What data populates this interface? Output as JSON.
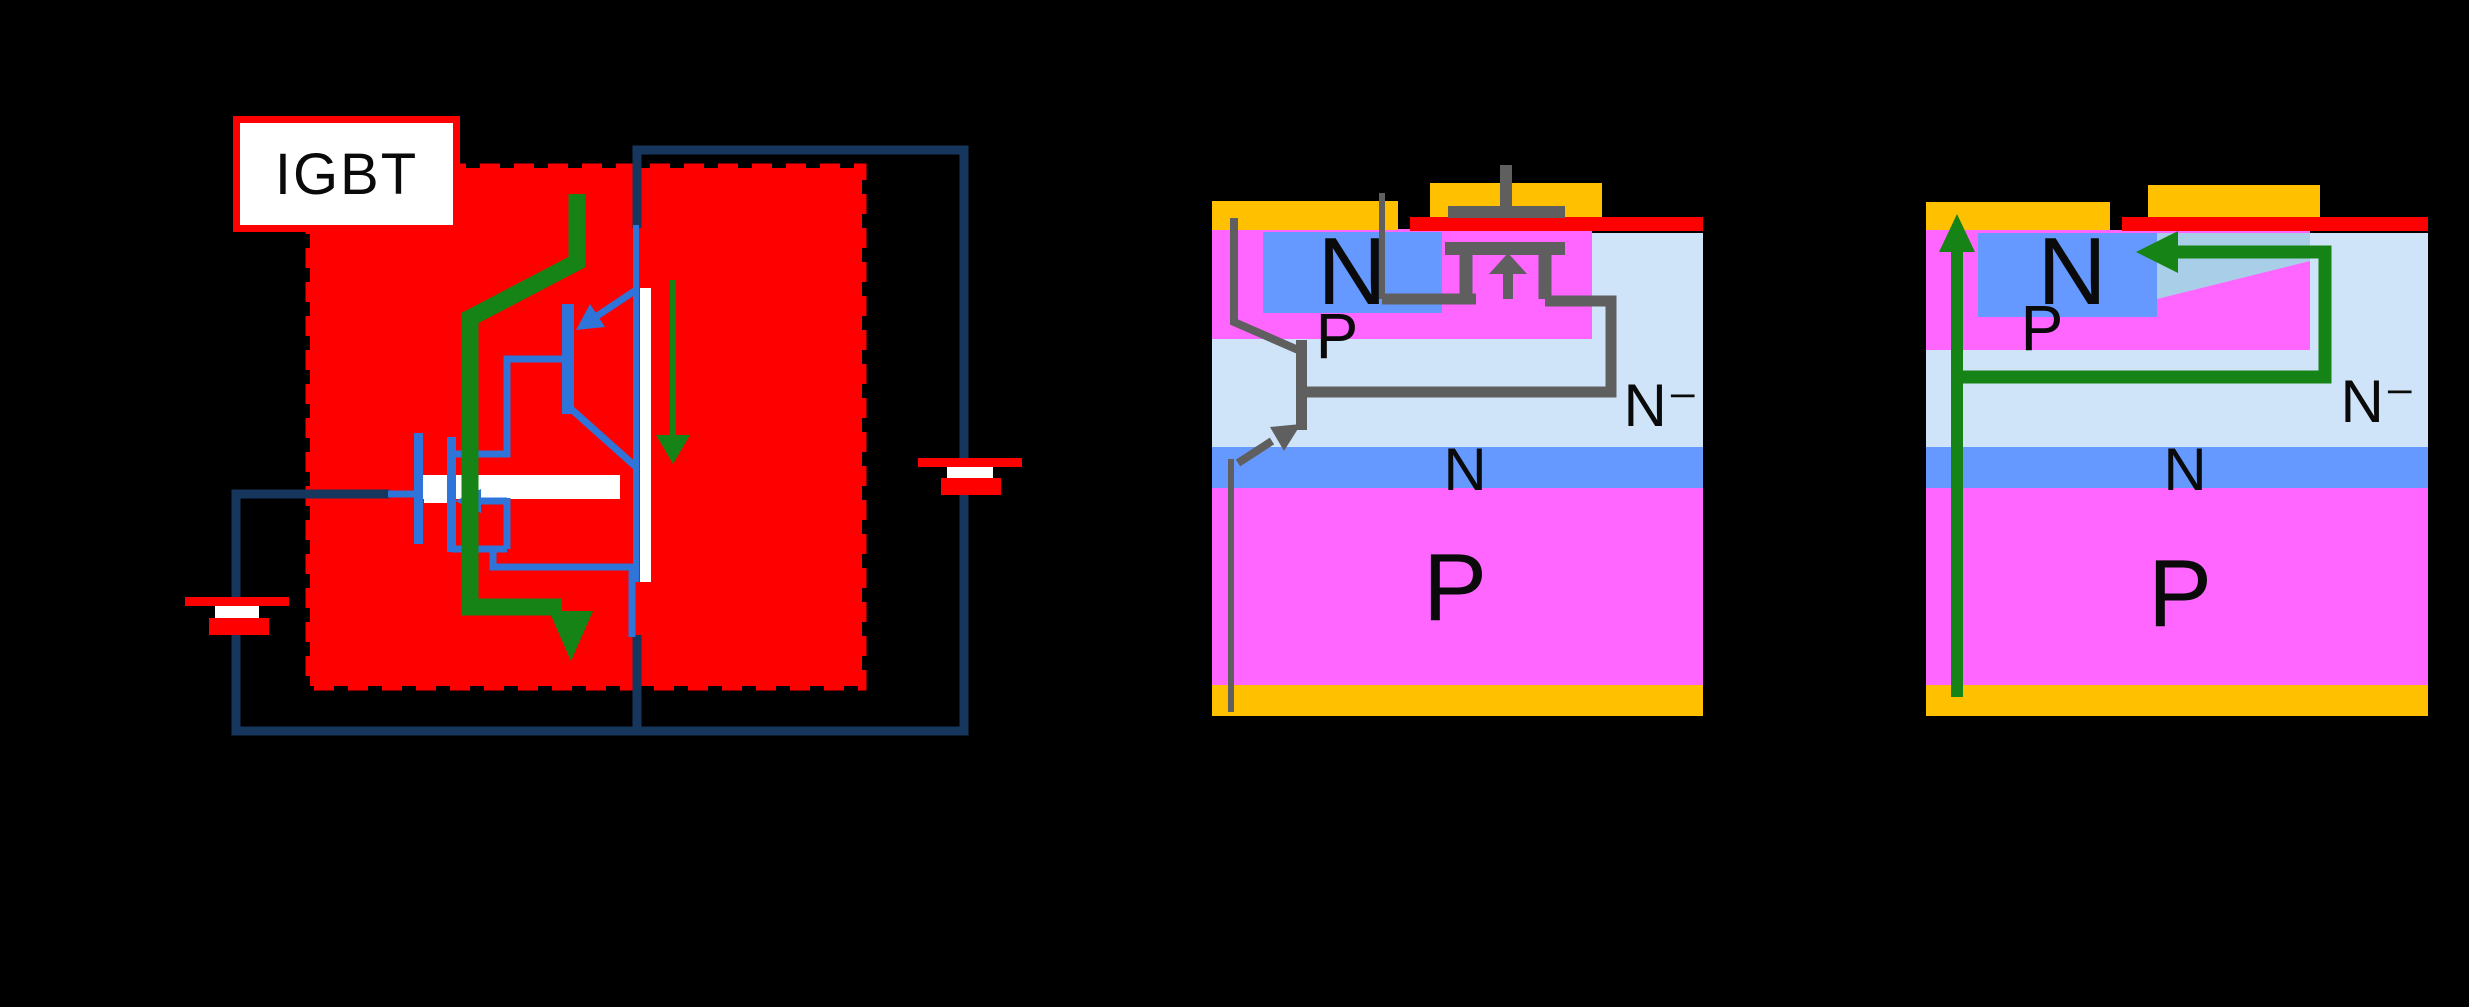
{
  "circuit": {
    "label": "IGBT"
  },
  "panels": {
    "middle": {
      "n_source": "N",
      "p_well": "P",
      "n_drift": "N⁻",
      "n_buffer": "N",
      "p_collector": "P"
    },
    "right": {
      "n_source": "N",
      "p_well": "P",
      "n_drift": "N⁻",
      "n_buffer": "N",
      "p_collector": "P"
    }
  },
  "colors": {
    "background": "#000000",
    "navy": "#17365D",
    "blue": "#2E74D9",
    "green": "#168316",
    "red": "#FF0000",
    "orange": "#FFC000",
    "magenta": "#FF66FF",
    "mid-blue": "#6699FF",
    "pale-blue": "#CFE4F8",
    "sky-blue": "#A9CFE8",
    "gray": "#5F5F5F",
    "white": "#FFFFFF",
    "label": "#0A0A0A"
  }
}
